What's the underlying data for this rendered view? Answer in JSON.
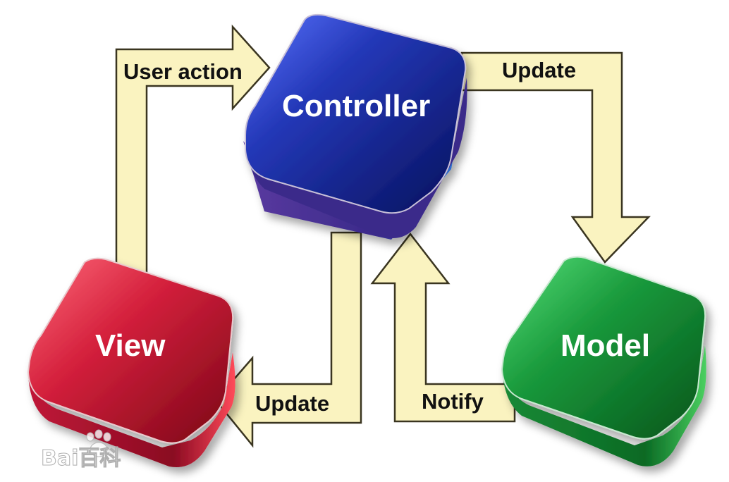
{
  "diagram": {
    "nodes": {
      "controller": {
        "label": "Controller",
        "color": "#1a2a8c"
      },
      "view": {
        "label": "View",
        "color": "#b01030"
      },
      "model": {
        "label": "Model",
        "color": "#0e7a2c"
      }
    },
    "arrows": {
      "user_action": "User action",
      "update_model": "Update",
      "update_view": "Update",
      "notify": "Notify"
    },
    "arrow_color": "#faf3c0",
    "arrow_outline": "#3a3520"
  },
  "watermark": {
    "text": "Bai百科"
  }
}
